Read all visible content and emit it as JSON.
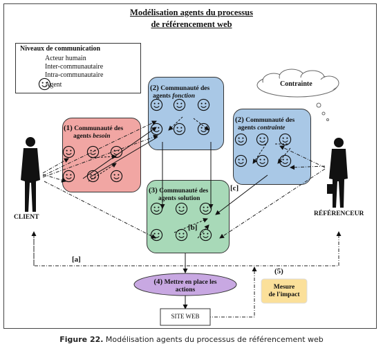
{
  "title_line1": "Modélisation agents du processus",
  "title_line2": "de référencement web",
  "legend": {
    "title": "Niveaux de communication",
    "items": [
      "Acteur humain",
      "Inter-communautaire",
      "Intra-communautaire",
      "Agent"
    ]
  },
  "communities": {
    "besoin": {
      "num": "(1)",
      "line1": "Communauté des",
      "line2_prefix": "agents ",
      "line2_em": "besoin"
    },
    "fonction": {
      "num": "(2)",
      "line1": "Communauté des",
      "line2_prefix": "agents ",
      "line2_em": "fonction"
    },
    "contrainte": {
      "num": "(2)",
      "line1": "Communauté des",
      "line2_prefix": "agents ",
      "line2_em": "contrainte"
    },
    "solution": {
      "num": "(3)",
      "line1": "Communauté des",
      "line2": "agents solution"
    }
  },
  "cloud_label": "Contrainte",
  "actors": {
    "client": "CLIENT",
    "referenceur": "RÉFÉRENCEUR"
  },
  "markers": {
    "a": "[a]",
    "b": "[b]",
    "c": "[c]"
  },
  "actions": {
    "num": "(4)",
    "line1": "Mettre en place les",
    "line2": "actions"
  },
  "mesure": {
    "num": "(5)",
    "line1": "Mesure",
    "line2": "de l'impact"
  },
  "site_web": "SITE WEB",
  "caption_bold": "Figure 22.",
  "caption_text": " Modélisation agents du processus de référencement web",
  "colors": {
    "besoin": "#f1a6a3",
    "fonction": "#a9c8e6",
    "contrainte": "#a9c8e6",
    "solution": "#a8d9b8",
    "actions": "#c8a8e2",
    "mesure": "#fbe09a"
  }
}
